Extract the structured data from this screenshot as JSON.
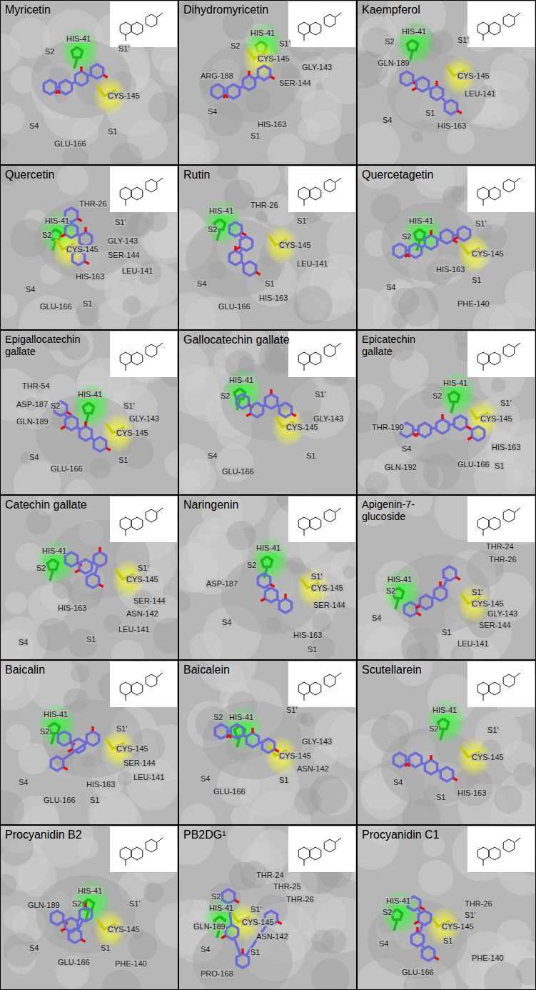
{
  "diagram": {
    "nodes": [
      {
        "text": [
          "Myricetin"
        ]
      },
      {
        "text": [
          "Dihydromyricetin"
        ]
      },
      {
        "text": [
          "Kaempferol"
        ]
      },
      {
        "text": [
          "Quercetin"
        ]
      },
      {
        "text": [
          "Rutin"
        ]
      },
      {
        "text": [
          "Quercetagetin"
        ]
      },
      {
        "text": [
          "Epigallocatechin gallate"
        ]
      },
      {
        "text": [
          "Gallocatechin gallate"
        ]
      },
      {
        "text": [
          "Epicatechin gallate"
        ]
      },
      {
        "text": [
          "Catechin gallate"
        ]
      },
      {
        "text": [
          "Naringenin"
        ]
      },
      {
        "text": [
          "Apigenin-7- glucoside"
        ]
      },
      {
        "text": [
          "Baicalin"
        ]
      },
      {
        "text": [
          "Baicalein"
        ]
      },
      {
        "text": [
          "Scutellarein"
        ]
      },
      {
        "text": [
          "Procyanidin B2"
        ]
      },
      {
        "text": [
          "PB2DG¹"
        ]
      },
      {
        "text": [
          "Procyanidin C1"
        ]
      }
    ],
    "labels": [
      "HIS-41",
      "S2",
      "S1'",
      "CYS-145",
      "S4",
      "GLU-166",
      "S1",
      "HIS-41",
      "S2",
      "S1'",
      "CYS-145",
      "ARG-188",
      "GLY-143",
      "SER-144",
      "S4",
      "HIS-163",
      "S1",
      "S2",
      "HIS-41",
      "S1'",
      "GLN-189",
      "CYS-145",
      "LEU-141",
      "S4",
      "S1",
      "HIS-163",
      "THR-26",
      "HIS-41",
      "S1'",
      "S2",
      "GLY-143",
      "CYS-145",
      "SER-144",
      "LEU-141",
      "HIS-163",
      "S4",
      "GLU-166",
      "S1",
      "THR-26",
      "HIS-41",
      "S1'",
      "S2",
      "CYS-145",
      "LEU-141",
      "S4",
      "S1",
      "HIS-163",
      "GLU-166",
      "HIS-41",
      "S2",
      "S1'",
      "CYS-145",
      "S4",
      "HIS-163",
      "S1",
      "PHE-140",
      "THR-54",
      "ASP-187",
      "HIS-41",
      "S2",
      "S1'",
      "GLY-143",
      "GLN-189",
      "CYS-145",
      "S4",
      "GLU-166",
      "S1",
      "HIS-41",
      "S2",
      "S1'",
      "GLY-143",
      "CYS-145",
      "S4",
      "GLU-166",
      "S1",
      "HIS-41",
      "S2",
      "S1'",
      "CYS-145",
      "THR-190",
      "S4",
      "HIS-163",
      "GLN-192",
      "GLU-166",
      "S1",
      "HIS-41",
      "S2",
      "S1'",
      "CYS-145",
      "SER-144",
      "ASN-142",
      "HIS-163",
      "LEU-141",
      "S4",
      "S1",
      "HIS-41",
      "S2",
      "ASP-187",
      "S1'",
      "CYS-145",
      "SER-144",
      "S4",
      "HIS-163",
      "S1",
      "THR-24",
      "THR-26",
      "HIS-41",
      "S2",
      "S1'",
      "CYS-145",
      "GLY-143",
      "SER-144",
      "S4",
      "S1",
      "LEU-141",
      "HIS-41",
      "S2",
      "S1'",
      "CYS-145",
      "SER-144",
      "LEU-141",
      "S4",
      "HIS-163",
      "GLU-166",
      "S1",
      "S2",
      "HIS-41",
      "S1'",
      "GLY-143",
      "CYS-145",
      "ASN-142",
      "S1",
      "S4",
      "GLU-166",
      "HIS-41",
      "S2",
      "S1'",
      "CYS-145",
      "S4",
      "HIS-163",
      "S1",
      "HIS-41",
      "S2",
      "S1'",
      "GLN-189",
      "CYS-145",
      "S4",
      "S1",
      "GLU-166",
      "PHE-140",
      "THR-24",
      "THR-25",
      "S2",
      "HIS-41",
      "THR-26",
      "S1'",
      "GLN-189",
      "CYS-145",
      "ASN-142",
      "S4",
      "S1",
      "PRO-168",
      "HIS-41",
      "THR-26",
      "S2",
      "S1'",
      "CYS-145",
      "S1",
      "S4",
      "PHE-140",
      "GLU-166"
    ]
  }
}
